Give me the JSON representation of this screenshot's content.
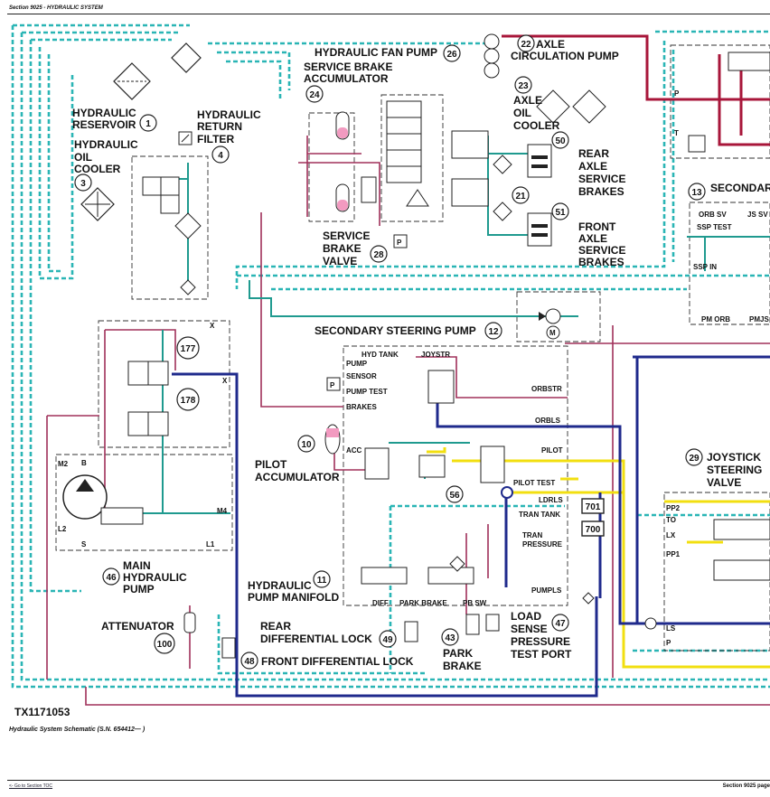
{
  "header": {
    "section": "Section 9025 - HYDRAULIC SYSTEM"
  },
  "caption": "Hydraulic System Schematic (S.N. 654412— )",
  "figure_id": "TX1171053",
  "footer": {
    "link": "<- Go to Section TOC",
    "page": "Section 9025 page"
  },
  "colors": {
    "cyan": "#2ab5b5",
    "navy": "#1f2a8c",
    "magenta": "#a0305a",
    "crimson": "#a8163a",
    "yellow": "#f2df10",
    "teal": "#1f9a8f",
    "pink": "#f29ac0"
  },
  "labels": {
    "hyd_reservoir_1": "HYDRAULIC",
    "hyd_reservoir_2": "RESERVOIR",
    "hyd_return_1": "HYDRAULIC",
    "hyd_return_2": "RETURN",
    "hyd_return_3": "FILTER",
    "oil_cooler_1": "HYDRAULIC",
    "oil_cooler_2": "OIL",
    "oil_cooler_3": "COOLER",
    "fan_pump": "HYDRAULIC FAN PUMP",
    "brake_acc_1": "SERVICE BRAKE",
    "brake_acc_2": "ACCUMULATOR",
    "axle_circ_1": "AXLE",
    "axle_circ_2": "CIRCULATION PUMP",
    "axle_cooler_1": "AXLE",
    "axle_cooler_2": "OIL",
    "axle_cooler_3": "COOLER",
    "rear_brakes_1": "REAR",
    "rear_brakes_2": "AXLE",
    "rear_brakes_3": "SERVICE",
    "rear_brakes_4": "BRAKES",
    "front_brakes_1": "FRONT",
    "front_brakes_2": "AXLE",
    "front_brakes_3": "SERVICE",
    "front_brakes_4": "BRAKES",
    "brake_valve_1": "SERVICE",
    "brake_valve_2": "BRAKE",
    "brake_valve_3": "VALVE",
    "secondary_1": "SECONDAR",
    "sec_steer_pump": "SECONDARY STEERING PUMP",
    "pilot_acc_1": "PILOT",
    "pilot_acc_2": "ACCUMULATOR",
    "main_pump_1": "MAIN",
    "main_pump_2": "HYDRAULIC",
    "main_pump_3": "PUMP",
    "attenuator": "ATTENUATOR",
    "pump_manifold_1": "HYDRAULIC",
    "pump_manifold_2": "PUMP MANIFOLD",
    "rear_diff_1": "REAR",
    "rear_diff_2": "DIFFERENTIAL LOCK",
    "front_diff": "FRONT DIFFERENTIAL LOCK",
    "park_brake_1": "PARK",
    "park_brake_2": "BRAKE",
    "ls_port_1": "LOAD",
    "ls_port_2": "SENSE",
    "ls_port_3": "PRESSURE",
    "ls_port_4": "TEST PORT",
    "joystick_1": "JOYSTICK",
    "joystick_2": "STEERING",
    "joystick_3": "VALVE"
  },
  "small": {
    "hyd_tank": "HYD TANK",
    "pump": "PUMP",
    "sensor": "SENSOR",
    "pump_test": "PUMP TEST",
    "brakes": "BRAKES",
    "acc": "ACC",
    "joystr": "JOYSTR",
    "orbstr": "ORBSTR",
    "orbls": "ORBLS",
    "pilot": "PILOT",
    "pilot_test": "PILOT TEST",
    "ldrls": "LDRLS",
    "tran_tank": "TRAN TANK",
    "tran_1": "TRAN",
    "tran_2": "PRESSURE",
    "pumpls": "PUMPLS",
    "diff": "DIFF",
    "park_brake": "PARK BRAKE",
    "pb_sw": "PB SW",
    "m2": "M2",
    "b": "B",
    "m4": "M4",
    "l2": "L2",
    "s": "S",
    "l1": "L1",
    "x1": "X",
    "x2": "X",
    "p_top": "P",
    "t_top": "T",
    "orb_sv": "ORB SV",
    "js_sv": "JS SV",
    "ssp_test": "SSP TEST",
    "ssp_in": "SSP IN",
    "pm_orb": "PM ORB",
    "pmjs": "PMJS",
    "pp2": "PP2",
    "to": "TO",
    "lx": "LX",
    "pp1": "PP1",
    "ls": "LS",
    "p_js": "P",
    "m": "M",
    "p_sensor": "P",
    "p_valve": "P"
  },
  "callouts": [
    "1",
    "3",
    "4",
    "10",
    "11",
    "12",
    "13",
    "21",
    "22",
    "23",
    "24",
    "26",
    "28",
    "29",
    "43",
    "46",
    "47",
    "48",
    "49",
    "50",
    "51",
    "56",
    "100",
    "177",
    "178"
  ],
  "boxed": [
    "701",
    "700"
  ]
}
